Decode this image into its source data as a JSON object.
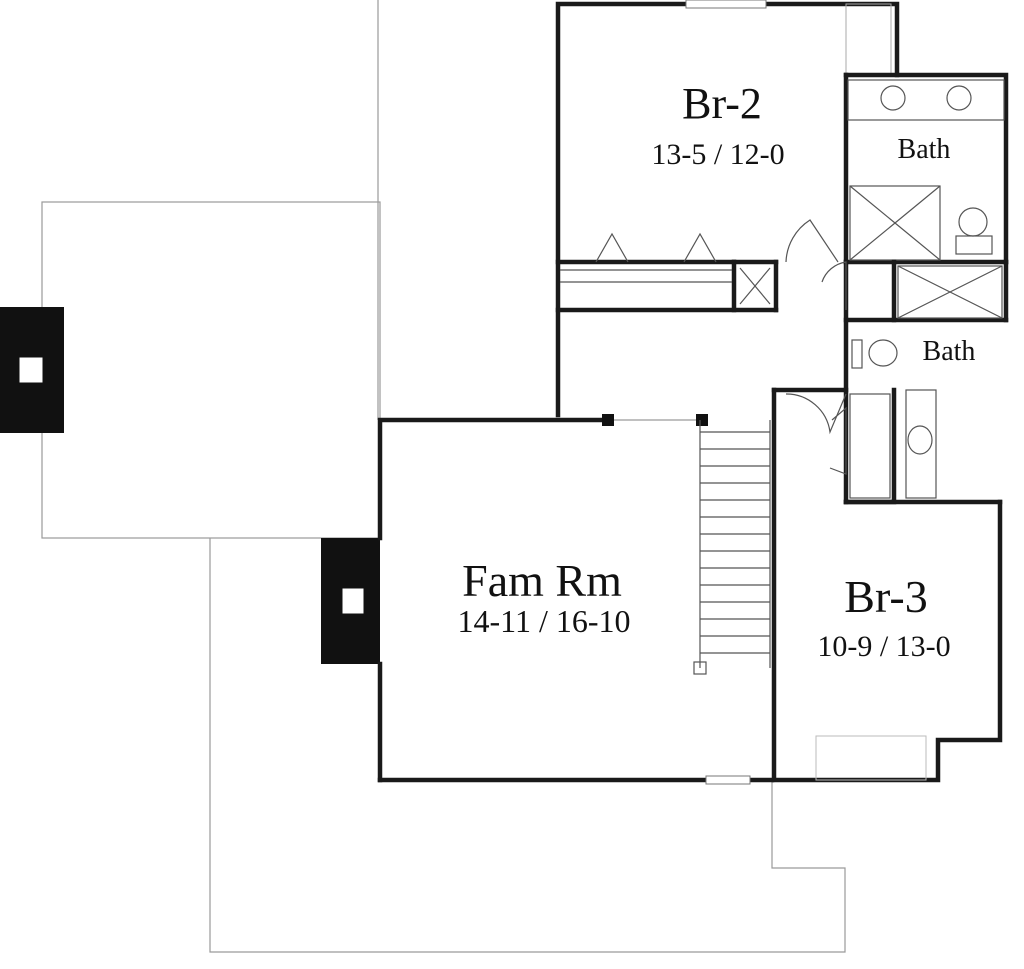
{
  "rooms": {
    "br2": {
      "name": "Br-2",
      "dims": "13-5 / 12-0"
    },
    "bath1": {
      "name": "Bath"
    },
    "bath2": {
      "name": "Bath"
    },
    "famrm": {
      "name": "Fam Rm",
      "dims": "14-11 / 16-10"
    },
    "br3": {
      "name": "Br-3",
      "dims": "10-9 / 13-0"
    }
  }
}
